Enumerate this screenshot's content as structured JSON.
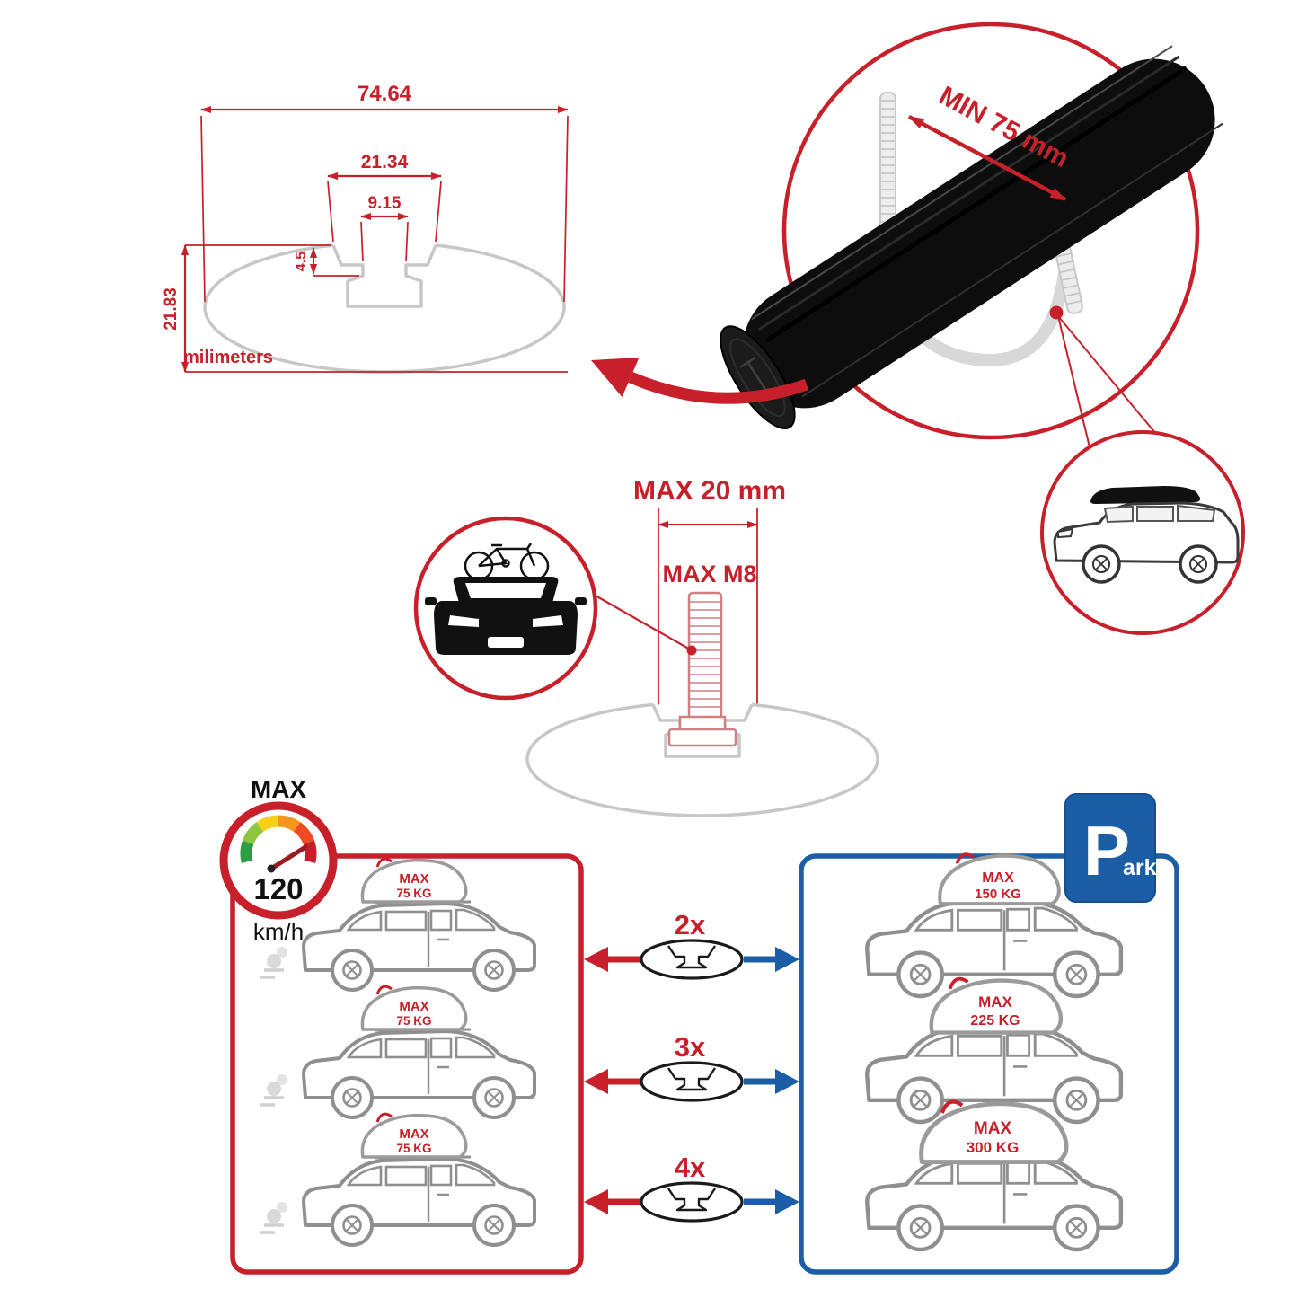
{
  "colors": {
    "red": "#c8202a",
    "blue": "#1b5ea6",
    "profile_gray": "#c7c7c7",
    "car_gray": "#8f8f8f",
    "bar_black": "#0d0d0d"
  },
  "profile_dimensions": {
    "total_width": "74.64",
    "channel_outer_width": "21.34",
    "channel_inner_width": "9.15",
    "channel_step_depth": "4.5",
    "total_height": "21.83",
    "units_label": "milimeters"
  },
  "clamp_detail": {
    "min_clearance_label": "MIN 75 mm"
  },
  "bolt_detail": {
    "max_length_label": "MAX 20 mm",
    "max_thread_label": "MAX M8"
  },
  "speed_limit": {
    "heading": "MAX",
    "value": "120",
    "units": "km/h"
  },
  "load_info": {
    "moving_cars": [
      {
        "bag_line1": "MAX",
        "bag_line2": "75 KG"
      },
      {
        "bag_line1": "MAX",
        "bag_line2": "75 KG"
      },
      {
        "bag_line1": "MAX",
        "bag_line2": "75 KG"
      }
    ],
    "multipliers": [
      "2x",
      "3x",
      "4x"
    ],
    "parked_cars": [
      {
        "bag_line1": "MAX",
        "bag_line2": "150 KG"
      },
      {
        "bag_line1": "MAX",
        "bag_line2": "225 KG"
      },
      {
        "bag_line1": "MAX",
        "bag_line2": "300 KG"
      }
    ]
  },
  "park_sign": {
    "letter": "P",
    "rest": "ark"
  }
}
